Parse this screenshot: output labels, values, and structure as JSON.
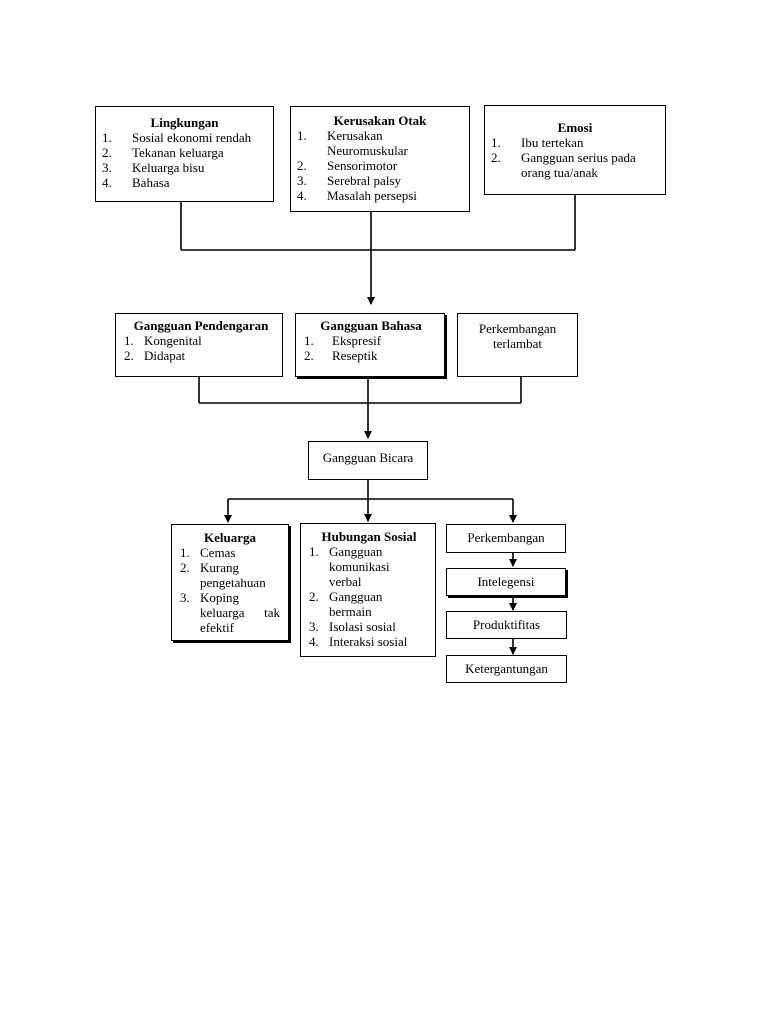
{
  "top": {
    "lingkungan": {
      "title": "Lingkungan",
      "items": [
        {
          "num": "1.",
          "text": "Sosial ekonomi rendah"
        },
        {
          "num": "2.",
          "text": "Tekanan keluarga"
        },
        {
          "num": "3.",
          "text": "Keluarga bisu"
        },
        {
          "num": "4.",
          "text": "Bahasa"
        }
      ]
    },
    "kerusakan_otak": {
      "title": "Kerusakan Otak",
      "items": [
        {
          "num": "1.",
          "text": "Kerusakan Neuromuskular"
        },
        {
          "num": "2.",
          "text": "Sensorimotor"
        },
        {
          "num": "3.",
          "text": "Serebral palsy"
        },
        {
          "num": "4.",
          "text": "Masalah persepsi"
        }
      ]
    },
    "emosi": {
      "title": "Emosi",
      "items": [
        {
          "num": "1.",
          "text": "Ibu tertekan"
        },
        {
          "num": "2.",
          "text": "Gangguan serius pada orang tua/anak"
        }
      ]
    }
  },
  "middle": {
    "gangguan_pendengaran": {
      "title": "Gangguan Pendengaran",
      "items": [
        {
          "num": "1.",
          "text": "Kongenital"
        },
        {
          "num": "2.",
          "text": "Didapat"
        }
      ]
    },
    "gangguan_bahasa": {
      "title": "Gangguan Bahasa",
      "items": [
        {
          "num": "1.",
          "text": "Ekspresif"
        },
        {
          "num": "2.",
          "text": "Reseptik"
        }
      ]
    },
    "perkembangan_terlambat": "Perkembangan terlambat"
  },
  "center": {
    "gangguan_bicara": "Gangguan Bicara"
  },
  "bottom": {
    "keluarga": {
      "title": "Keluarga",
      "items": [
        {
          "num": "1.",
          "text": "Cemas"
        },
        {
          "num": "2.",
          "text": "Kurang pengetahuan"
        },
        {
          "num": "3.",
          "text": "Koping keluarga tak efektif"
        }
      ]
    },
    "hubungan_sosial": {
      "title": "Hubungan Sosial",
      "items": [
        {
          "num": "1.",
          "text": "Gangguan komunikasi verbal"
        },
        {
          "num": "2.",
          "text": "Gangguan bermain"
        },
        {
          "num": "3.",
          "text": "Isolasi sosial"
        },
        {
          "num": "4.",
          "text": "Interaksi sosial"
        }
      ]
    },
    "chain": [
      "Perkembangan",
      "Intelegensi",
      "Produktifitas",
      "Ketergantungan"
    ]
  }
}
